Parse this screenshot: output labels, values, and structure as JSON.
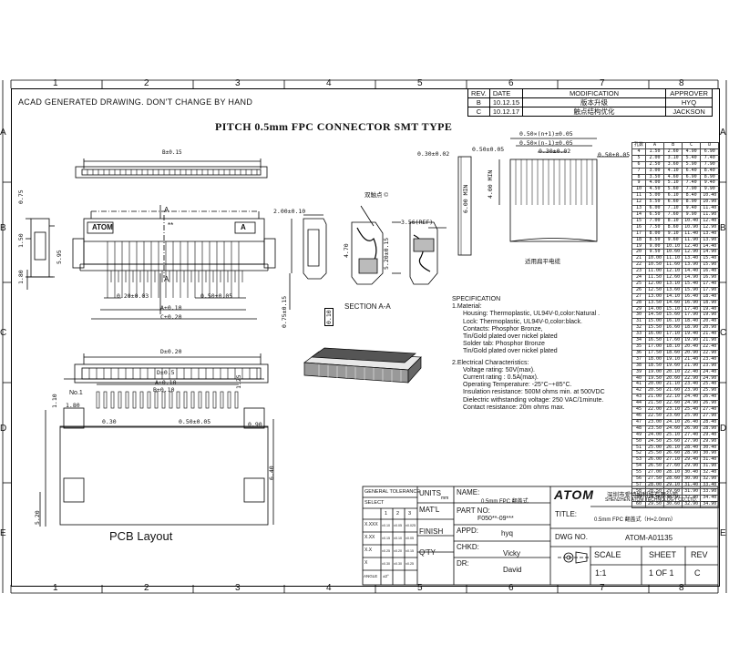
{
  "ruler": {
    "cols": [
      "1",
      "2",
      "3",
      "4",
      "5",
      "6",
      "7",
      "8"
    ],
    "rows": [
      "A",
      "B",
      "C",
      "D",
      "E"
    ]
  },
  "header": {
    "warning": "ACAD GENERATED DRAWING. DON'T CHANGE BY HAND",
    "title": "PITCH 0.5mm FPC CONNECTOR SMT TYPE"
  },
  "revision": {
    "headers": [
      "REV.",
      "DATE",
      "MODIFICATION",
      "APPROVER"
    ],
    "rows": [
      {
        "rev": "B",
        "date": "10.12.15",
        "mod": "版本升级",
        "approver": "HYQ"
      },
      {
        "rev": "C",
        "date": "10.12.17",
        "mod": "触点结构优化",
        "approver": "JACKSON"
      }
    ]
  },
  "dims_table": {
    "headers": [
      "孔数",
      "A",
      "B",
      "C",
      "D"
    ],
    "rows": [
      [
        "4",
        "1.50",
        "2.60",
        "4.90",
        "6.90"
      ],
      [
        "5",
        "2.00",
        "3.10",
        "5.40",
        "7.40"
      ],
      [
        "6",
        "2.50",
        "3.60",
        "5.90",
        "7.90"
      ],
      [
        "7",
        "3.00",
        "4.10",
        "6.40",
        "8.40"
      ],
      [
        "8",
        "3.50",
        "4.60",
        "6.90",
        "8.90"
      ],
      [
        "9",
        "4.00",
        "5.10",
        "7.40",
        "9.40"
      ],
      [
        "10",
        "4.50",
        "5.60",
        "7.90",
        "9.90"
      ],
      [
        "11",
        "5.00",
        "6.10",
        "8.40",
        "10.40"
      ],
      [
        "12",
        "5.50",
        "6.60",
        "8.90",
        "10.90"
      ],
      [
        "13",
        "6.00",
        "7.10",
        "9.40",
        "11.40"
      ],
      [
        "14",
        "6.50",
        "7.60",
        "9.90",
        "11.90"
      ],
      [
        "15",
        "7.00",
        "8.10",
        "10.40",
        "12.40"
      ],
      [
        "16",
        "7.50",
        "8.60",
        "10.90",
        "12.90"
      ],
      [
        "17",
        "8.00",
        "9.10",
        "11.40",
        "13.40"
      ],
      [
        "18",
        "8.50",
        "9.60",
        "11.90",
        "13.90"
      ],
      [
        "19",
        "9.00",
        "10.10",
        "12.40",
        "14.40"
      ],
      [
        "20",
        "9.50",
        "10.60",
        "12.90",
        "14.90"
      ],
      [
        "21",
        "10.00",
        "11.10",
        "13.40",
        "15.40"
      ],
      [
        "22",
        "10.50",
        "11.60",
        "13.90",
        "15.90"
      ],
      [
        "23",
        "11.00",
        "12.10",
        "14.40",
        "16.40"
      ],
      [
        "24",
        "11.50",
        "12.60",
        "14.90",
        "16.90"
      ],
      [
        "25",
        "12.00",
        "13.10",
        "15.40",
        "17.40"
      ],
      [
        "26",
        "12.50",
        "13.60",
        "15.90",
        "17.90"
      ],
      [
        "27",
        "13.00",
        "14.10",
        "16.40",
        "18.40"
      ],
      [
        "28",
        "13.50",
        "14.60",
        "16.90",
        "18.90"
      ],
      [
        "29",
        "14.00",
        "15.10",
        "17.40",
        "19.40"
      ],
      [
        "30",
        "14.50",
        "15.60",
        "17.90",
        "19.90"
      ],
      [
        "31",
        "15.00",
        "16.10",
        "18.40",
        "20.40"
      ],
      [
        "32",
        "15.50",
        "16.60",
        "18.90",
        "20.90"
      ],
      [
        "33",
        "16.00",
        "17.10",
        "19.40",
        "21.40"
      ],
      [
        "34",
        "16.50",
        "17.60",
        "19.90",
        "21.90"
      ],
      [
        "35",
        "17.00",
        "18.10",
        "20.40",
        "22.40"
      ],
      [
        "36",
        "17.50",
        "18.60",
        "20.90",
        "22.90"
      ],
      [
        "37",
        "18.00",
        "19.10",
        "21.40",
        "23.40"
      ],
      [
        "38",
        "18.50",
        "19.60",
        "21.90",
        "23.90"
      ],
      [
        "39",
        "19.00",
        "20.10",
        "22.40",
        "24.40"
      ],
      [
        "40",
        "19.50",
        "20.60",
        "22.90",
        "24.90"
      ],
      [
        "41",
        "20.00",
        "21.10",
        "23.40",
        "25.40"
      ],
      [
        "42",
        "20.50",
        "21.60",
        "23.90",
        "25.90"
      ],
      [
        "43",
        "21.00",
        "22.10",
        "24.40",
        "26.40"
      ],
      [
        "44",
        "21.50",
        "22.60",
        "24.90",
        "26.90"
      ],
      [
        "45",
        "22.00",
        "23.10",
        "25.40",
        "27.40"
      ],
      [
        "46",
        "22.50",
        "23.60",
        "25.90",
        "27.90"
      ],
      [
        "47",
        "23.00",
        "24.10",
        "26.40",
        "28.40"
      ],
      [
        "48",
        "23.50",
        "24.60",
        "26.90",
        "28.90"
      ],
      [
        "49",
        "24.00",
        "25.10",
        "27.40",
        "29.40"
      ],
      [
        "50",
        "24.50",
        "25.60",
        "27.90",
        "29.90"
      ],
      [
        "51",
        "25.00",
        "26.10",
        "28.40",
        "30.40"
      ],
      [
        "52",
        "25.50",
        "26.60",
        "28.90",
        "30.90"
      ],
      [
        "53",
        "26.00",
        "27.10",
        "29.40",
        "31.40"
      ],
      [
        "54",
        "26.50",
        "27.60",
        "29.90",
        "31.90"
      ],
      [
        "55",
        "27.00",
        "28.10",
        "30.40",
        "32.40"
      ],
      [
        "56",
        "27.50",
        "28.60",
        "30.90",
        "32.90"
      ],
      [
        "57",
        "28.00",
        "29.10",
        "31.40",
        "33.40"
      ],
      [
        "58",
        "28.50",
        "29.60",
        "31.90",
        "33.90"
      ],
      [
        "59",
        "29.00",
        "30.10",
        "32.40",
        "34.40"
      ],
      [
        "60",
        "29.50",
        "30.60",
        "32.90",
        "34.90"
      ]
    ]
  },
  "labels": {
    "atom": "ATOM",
    "letter_a": "A",
    "stars": "**",
    "section": "SECTION A-A",
    "contact_point": "双触点 ©",
    "cable_note": "适用扁平电缆",
    "pcb_layout": "PCB Layout",
    "no1": "No.1",
    "b_dim": "B±0.15",
    "b_dim2": "B±0.10",
    "d_dim": "D±0.20",
    "d_dim2": "D±0.5",
    "a_dim": "A±0.10",
    "c_dim": "C±0.20",
    "d020": "0.20±0.03",
    "d050": "0.50±0.05",
    "d050b": "0.50±0.05",
    "d030": "0.30",
    "d125": "1.25",
    "d090": "0.90",
    "d640": "6.40",
    "d520": "5.20",
    "d180": "1.80",
    "d110": "1.10",
    "d075": "0.75",
    "d150": "1.50",
    "d595": "5.95",
    "d180b": "1.80",
    "d200": "2.00±0.10",
    "d470": "4.70",
    "d520b": "5.20±0.15",
    "d075b": "0.75±0.15",
    "d356": "3.56(REF)",
    "d010": "0.10",
    "fpc_n1": "0.50×(n+1)±0.05",
    "fpc_n2": "0.50×(n-1)±0.05",
    "fpc_030a": "0.30±0.02",
    "fpc_030b": "0.30±0.02",
    "fpc_050a": "0.50±0.05",
    "fpc_050b": "0.50±0.05",
    "fpc_400": "4.00 MIN",
    "fpc_600": "6.00 MIN"
  },
  "spec": {
    "title": "SPECIFICATION",
    "lines": [
      "1.Material:",
      "Housing: Thermoplastic,  UL94V-0,color:Natural .",
      "Lock: Thermoplastic,  UL94V-0,color:black.",
      "Contacts: Phosphor Bronze,",
      "Tin/Gold plated over nickel plated",
      "Solder tab: Phosphor Bronze",
      "Tin/Gold plated over nickel plated",
      "2.Electrical Characteristics:",
      "Voltage rating: 50V(max).",
      "Current rating : 0.5A(max).",
      "Operating Temperature: -25°C~+85°C.",
      "Insulation resistance: 500M ohms min. at 500VDC",
      "Dielectric withstanding voltage: 250 VAC/1minute.",
      "Contact resistance: 20m ohms max."
    ]
  },
  "title_block": {
    "general_tolerance": "GENERAL TOLERANCE",
    "select": "SELECT",
    "tol_cols": [
      "1",
      "2",
      "3"
    ],
    "tol_rows": [
      {
        "label": "X.XXX",
        "vals": [
          "±0.10",
          "±0.05",
          "±0.025"
        ]
      },
      {
        "label": "X.XX",
        "vals": [
          "±0.15",
          "±0.10",
          "±0.05"
        ]
      },
      {
        "label": "X.X",
        "vals": [
          "±0.25",
          "±0.20",
          "±0.15"
        ]
      },
      {
        "label": "X",
        "vals": [
          "±0.30",
          "±0.30",
          "±0.25"
        ]
      },
      {
        "label": "ANGLE",
        "vals": [
          "±2°",
          "",
          ""
        ]
      }
    ],
    "units": "UNITS",
    "units_val": "mm",
    "matl": "MAT'L",
    "finish": "FINISH",
    "qty": "Q'TY",
    "name_label": "NAME:",
    "name_val": "0.5mm FPC 翻盖式",
    "part_label": "PART NO:",
    "part_val": "F050**-09***",
    "appd_label": "APPD:",
    "appd_val": "hyq",
    "chkd_label": "CHKD:",
    "chkd_val": "Vicky",
    "dr_label": "DR:",
    "dr_val": "David",
    "company_logo": "ATOM",
    "company_cn": "深圳市爱特姆科技有限公司",
    "company_en": "SHENZHEN ATOM TECHNOLOGY CO.,LTD.",
    "title_label": "TITLE:",
    "title_val": "0.5mm FPC 翻盖式（H=2.0mm）",
    "dwg_label": "DWG NO.",
    "dwg_val": "ATOM-A01135",
    "scale_label": "SCALE",
    "sheet_label": "SHEET",
    "rev_label": "REV",
    "scale_val": "1:1",
    "sheet_val": "1 OF 1",
    "rev_val": "C"
  }
}
